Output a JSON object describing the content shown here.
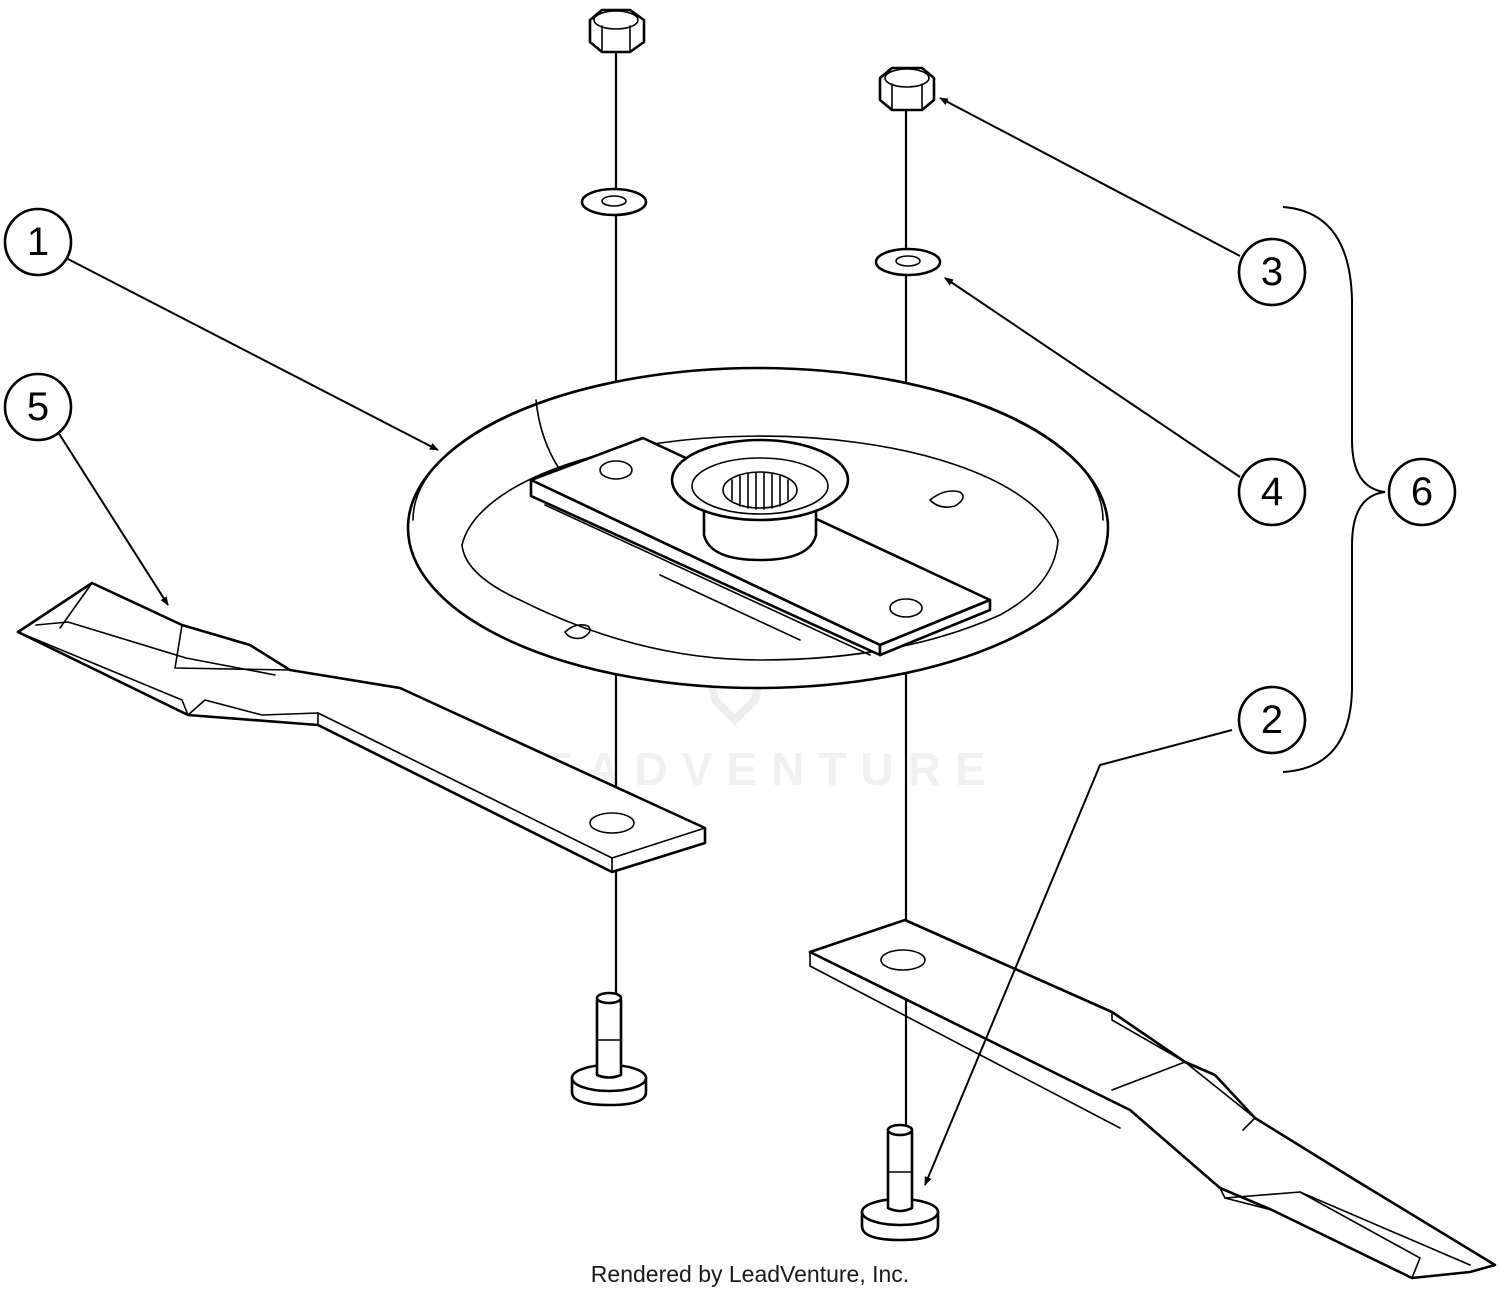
{
  "watermark": {
    "text": "LEADVENTURE"
  },
  "footer": {
    "credit": "Rendered by LeadVenture, Inc."
  },
  "callouts": [
    {
      "label": "1",
      "part": "blade adapter"
    },
    {
      "label": "2",
      "part": "blade bolt"
    },
    {
      "label": "3",
      "part": "hex lock nut"
    },
    {
      "label": "4",
      "part": "washer"
    },
    {
      "label": "5",
      "part": "mower blade"
    },
    {
      "label": "6",
      "part": "hardware kit"
    }
  ]
}
